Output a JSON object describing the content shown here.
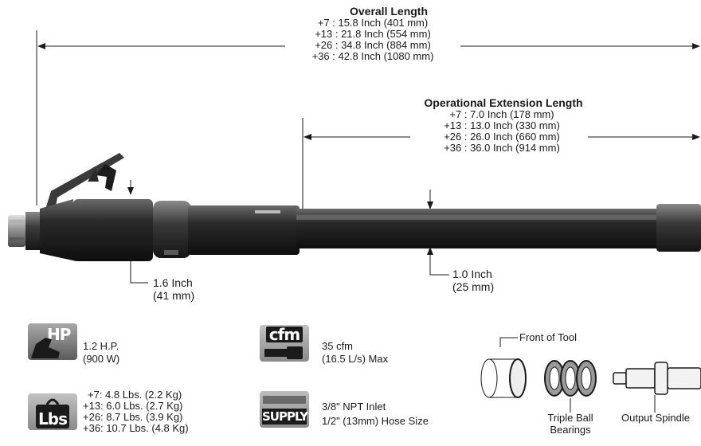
{
  "overall": {
    "title": "Overall Length",
    "lines": [
      "+7 : 15.8 Inch (401 mm)",
      "+13 : 21.8 Inch (554 mm)",
      "+26 : 34.8 Inch (884 mm)",
      "+36 : 42.8 Inch (1080 mm)"
    ]
  },
  "operational": {
    "title": "Operational Extension Length",
    "lines": [
      "+7 : 7.0 Inch (178 mm)",
      "+13 : 13.0 Inch (330 mm)",
      "+26 : 26.0 Inch (660 mm)",
      "+36 : 36.0 Inch (914 mm)"
    ]
  },
  "dim_small": {
    "line1": "1.6 Inch",
    "line2": "(41 mm)"
  },
  "dim_ext": {
    "line1": "1.0 Inch",
    "line2": "(25 mm)"
  },
  "badges": {
    "hp": {
      "label": "HP",
      "line1": "1.2 H.P.",
      "line2": "(900 W)"
    },
    "cfm": {
      "label": "cfm",
      "line1": "35 cfm",
      "line2": "(16.5 L/s) Max"
    },
    "lbs": {
      "label": "Lbs",
      "lines": [
        "+7: 4.8 Lbs. (2.2 Kg)",
        "+13: 6.0 Lbs. (2.7 Kg)",
        "+26: 8.7 Lbs. (3.9 Kg)",
        "+36: 10.7 Lbs. (4.8 Kg)"
      ]
    },
    "supply": {
      "label": "SUPPLY",
      "line1": "3/8\" NPT Inlet",
      "line2": "1/2\" (13mm) Hose Size"
    }
  },
  "parts": {
    "front_of_tool": "Front of Tool",
    "bearings_line1": "Triple Ball",
    "bearings_line2": "Bearings",
    "spindle": "Output Spindle"
  }
}
